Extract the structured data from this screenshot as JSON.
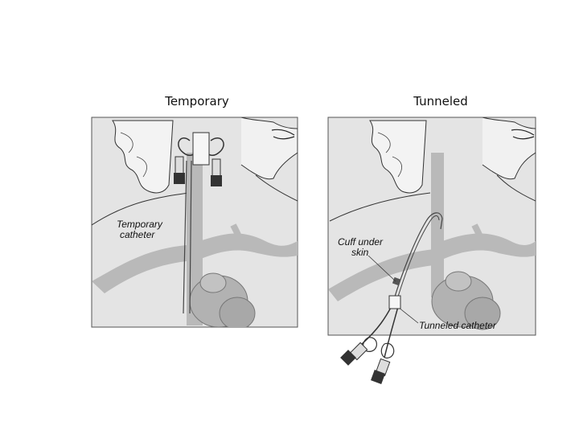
{
  "titles": {
    "left": "Temporary",
    "right": "Tunneled"
  },
  "labels": {
    "temporary_catheter_line1": "Temporary",
    "temporary_catheter_line2": "catheter",
    "cuff_line1": "Cuff under",
    "cuff_line2": "skin",
    "tunneled_catheter": "Tunneled catheter"
  },
  "colors": {
    "panel_bg": "#e4e4e4",
    "vessel": "#b9b9b9",
    "line": "#333333"
  }
}
